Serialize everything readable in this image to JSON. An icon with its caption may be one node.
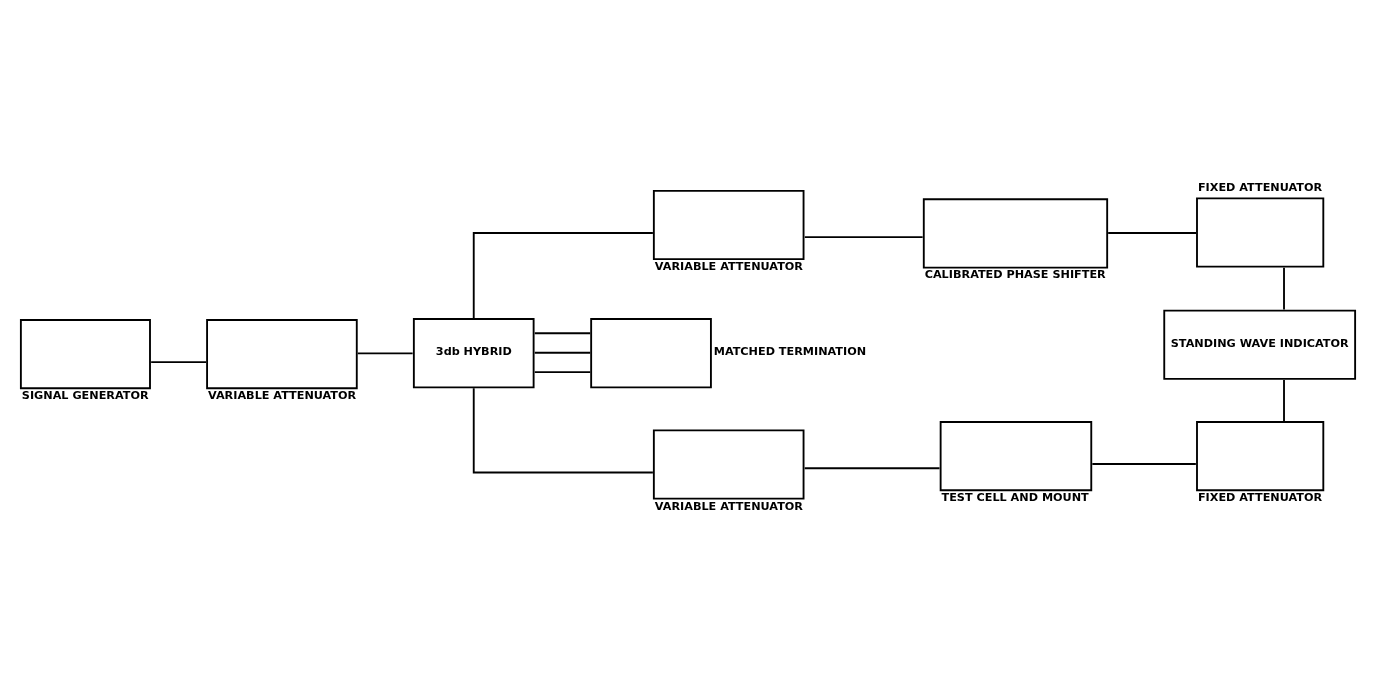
{
  "diagram": {
    "nodes": [
      {
        "text": [
          "SIGNAL GENERATOR"
        ]
      },
      {
        "text": [
          "VARIABLE ATTENUATOR"
        ]
      },
      {
        "text": [
          "3db HYBRID"
        ]
      },
      {
        "text": [
          "VARIABLE ATTENUATOR"
        ]
      },
      {
        "text": [
          "CALIBRATED PHASE SHIFTER"
        ]
      },
      {
        "text": [
          "FIXED ATTENUATOR"
        ]
      },
      {
        "text": [
          "MATCHED TERMINATION"
        ]
      },
      {
        "text": [
          "STANDING WAVE INDICATOR"
        ]
      },
      {
        "text": [
          "VARIABLE ATTENUATOR"
        ]
      },
      {
        "text": [
          "TEST CELL AND MOUNT"
        ]
      },
      {
        "text": [
          "FIXED ATTENUATOR"
        ]
      }
    ],
    "edges": [
      {
        "from": 0,
        "to": 1,
        "arrow": "none"
      },
      {
        "from": 1,
        "to": 2,
        "arrow": "none"
      },
      {
        "from": 2,
        "to": 3,
        "arrow": "none"
      },
      {
        "from": 3,
        "to": 4,
        "arrow": "none"
      },
      {
        "from": 4,
        "to": 5,
        "arrow": "none"
      },
      {
        "from": 5,
        "to": 7,
        "arrow": "none"
      },
      {
        "from": 2,
        "to": 6,
        "arrow": "none"
      },
      {
        "from": 2,
        "to": 6,
        "arrow": "none"
      },
      {
        "from": 2,
        "to": 6,
        "arrow": "none"
      },
      {
        "from": 2,
        "to": 8,
        "arrow": "none"
      },
      {
        "from": 8,
        "to": 9,
        "arrow": "none"
      },
      {
        "from": 9,
        "to": 10,
        "arrow": "none"
      },
      {
        "from": 10,
        "to": 7,
        "arrow": "none"
      }
    ]
  }
}
